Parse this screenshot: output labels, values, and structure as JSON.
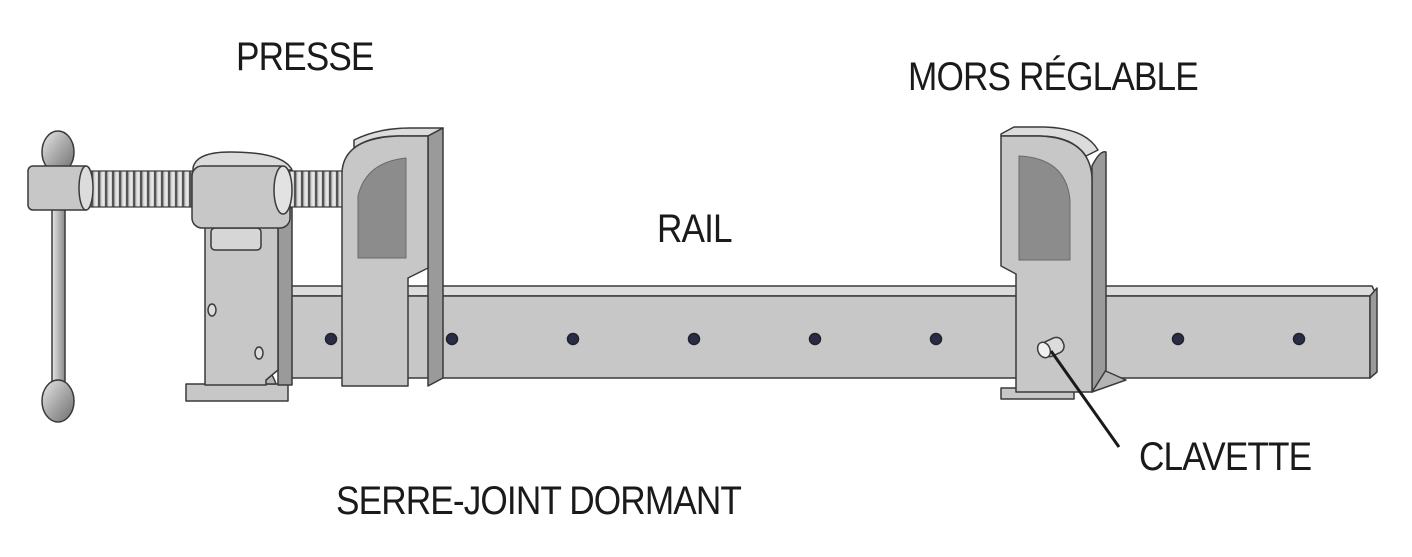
{
  "labels": {
    "presse": "PRESSE",
    "mors_reglable": "MORS RÉGLABLE",
    "rail": "RAIL",
    "clavette": "CLAVETTE",
    "title": "SERRE-JOINT DORMANT"
  },
  "colors": {
    "metal": "#c7c7c7",
    "metal_light": "#dcdcdc",
    "metal_dark": "#9a9a9a",
    "pad": "#8c8c8c",
    "outline": "#3a3a3a",
    "text": "#1a1a1a"
  }
}
